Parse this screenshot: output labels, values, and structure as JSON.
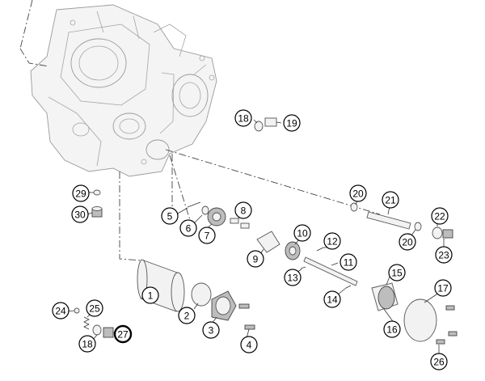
{
  "accent_color": "#e06a1b",
  "highlighted_callout": "27",
  "callouts": [
    {
      "id": "1",
      "label": "1"
    },
    {
      "id": "2",
      "label": "2"
    },
    {
      "id": "3",
      "label": "3"
    },
    {
      "id": "4",
      "label": "4"
    },
    {
      "id": "5",
      "label": "5"
    },
    {
      "id": "6",
      "label": "6"
    },
    {
      "id": "7",
      "label": "7"
    },
    {
      "id": "8",
      "label": "8"
    },
    {
      "id": "9",
      "label": "9"
    },
    {
      "id": "10",
      "label": "10"
    },
    {
      "id": "11",
      "label": "11"
    },
    {
      "id": "12",
      "label": "12"
    },
    {
      "id": "13",
      "label": "13"
    },
    {
      "id": "14",
      "label": "14"
    },
    {
      "id": "15",
      "label": "15"
    },
    {
      "id": "16",
      "label": "16"
    },
    {
      "id": "17",
      "label": "17"
    },
    {
      "id": "18a",
      "label": "18"
    },
    {
      "id": "18b",
      "label": "18"
    },
    {
      "id": "19",
      "label": "19"
    },
    {
      "id": "20a",
      "label": "20"
    },
    {
      "id": "20b",
      "label": "20"
    },
    {
      "id": "21",
      "label": "21"
    },
    {
      "id": "22",
      "label": "22"
    },
    {
      "id": "23",
      "label": "23"
    },
    {
      "id": "24",
      "label": "24"
    },
    {
      "id": "25",
      "label": "25"
    },
    {
      "id": "26",
      "label": "26"
    },
    {
      "id": "27",
      "label": "27"
    },
    {
      "id": "29",
      "label": "29"
    },
    {
      "id": "30",
      "label": "30"
    }
  ]
}
